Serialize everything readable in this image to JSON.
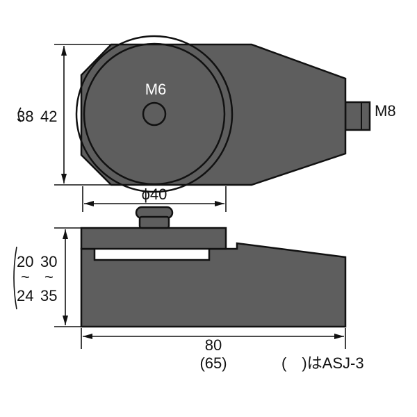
{
  "colors": {
    "body": "#5e5e5e",
    "outline": "#111111",
    "background": "#ffffff",
    "text": "#111111"
  },
  "labels": {
    "center_thread": "M6",
    "side_thread": "M8",
    "width_main": "42",
    "width_alt": "38",
    "disc_diameter": "ϕ40",
    "height_main_min": "30",
    "height_main_max": "35",
    "height_alt_min": "20",
    "height_alt_max": "24",
    "range_tilde": "~",
    "length_main": "80",
    "length_alt": "(65)",
    "note": "(　)はASJ-3"
  }
}
